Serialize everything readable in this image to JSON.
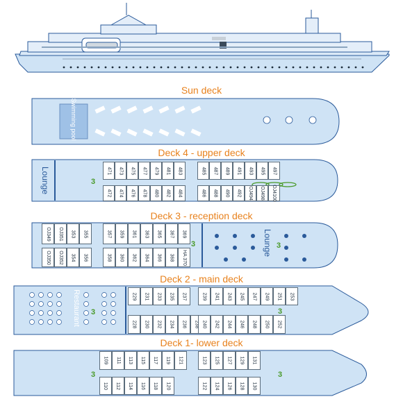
{
  "colors": {
    "hull": "#cfe3f5",
    "outline": "#2a5a9a",
    "title": "#e8821e",
    "green": "#4a9a2a"
  },
  "decks": {
    "sun": "Sun deck",
    "upper": "Deck 4 - upper deck",
    "reception": "Deck 3 - reception deck",
    "main": "Deck 2 - main deck",
    "lower": "Deck 1- lower deck"
  },
  "labels": {
    "swimming_pool": "Swimming pool",
    "lounge": "Lounge",
    "restaurant": "Restaurant",
    "elevator": "3"
  },
  "cabins": {
    "upper_top": [
      "471",
      "473",
      "475",
      "477",
      "479",
      "481",
      "483",
      "",
      "485",
      "487",
      "489",
      "491",
      "493",
      "495",
      "497"
    ],
    "upper_bottom": [
      "472",
      "474",
      "476",
      "478",
      "480",
      "482",
      "484",
      "",
      "486",
      "488",
      "490",
      "492",
      "OJ494",
      "OJ498",
      "OJ4100"
    ],
    "reception_left_top": [
      "OJ349",
      "OJ351",
      "353",
      "355"
    ],
    "reception_left_bottom": [
      "OJ350",
      "OJ352",
      "354",
      "356"
    ],
    "reception_mid_top": [
      "357",
      "359",
      "361",
      "363",
      "365",
      "367",
      "369"
    ],
    "reception_mid_bottom": [
      "358",
      "360",
      "362",
      "364",
      "366",
      "368",
      "HA 370"
    ],
    "main_a_top": [
      "229",
      "231",
      "233",
      "235",
      "237"
    ],
    "main_a_bottom": [
      "228",
      "230",
      "232",
      "234",
      "236",
      "238"
    ],
    "main_b_top": [
      "239",
      "241",
      "243",
      "245",
      "247",
      "249",
      "251",
      "253"
    ],
    "main_b_bottom": [
      "240",
      "242",
      "244",
      "246",
      "248",
      "250",
      "252"
    ],
    "lower_a_top": [
      "109",
      "111",
      "113",
      "115",
      "117",
      "119",
      "121"
    ],
    "lower_a_bottom": [
      "110",
      "112",
      "114",
      "116",
      "118",
      "120"
    ],
    "lower_b_top": [
      "123",
      "125",
      "127",
      "129",
      "131"
    ],
    "lower_b_bottom": [
      "122",
      "124",
      "126",
      "128",
      "130"
    ]
  }
}
